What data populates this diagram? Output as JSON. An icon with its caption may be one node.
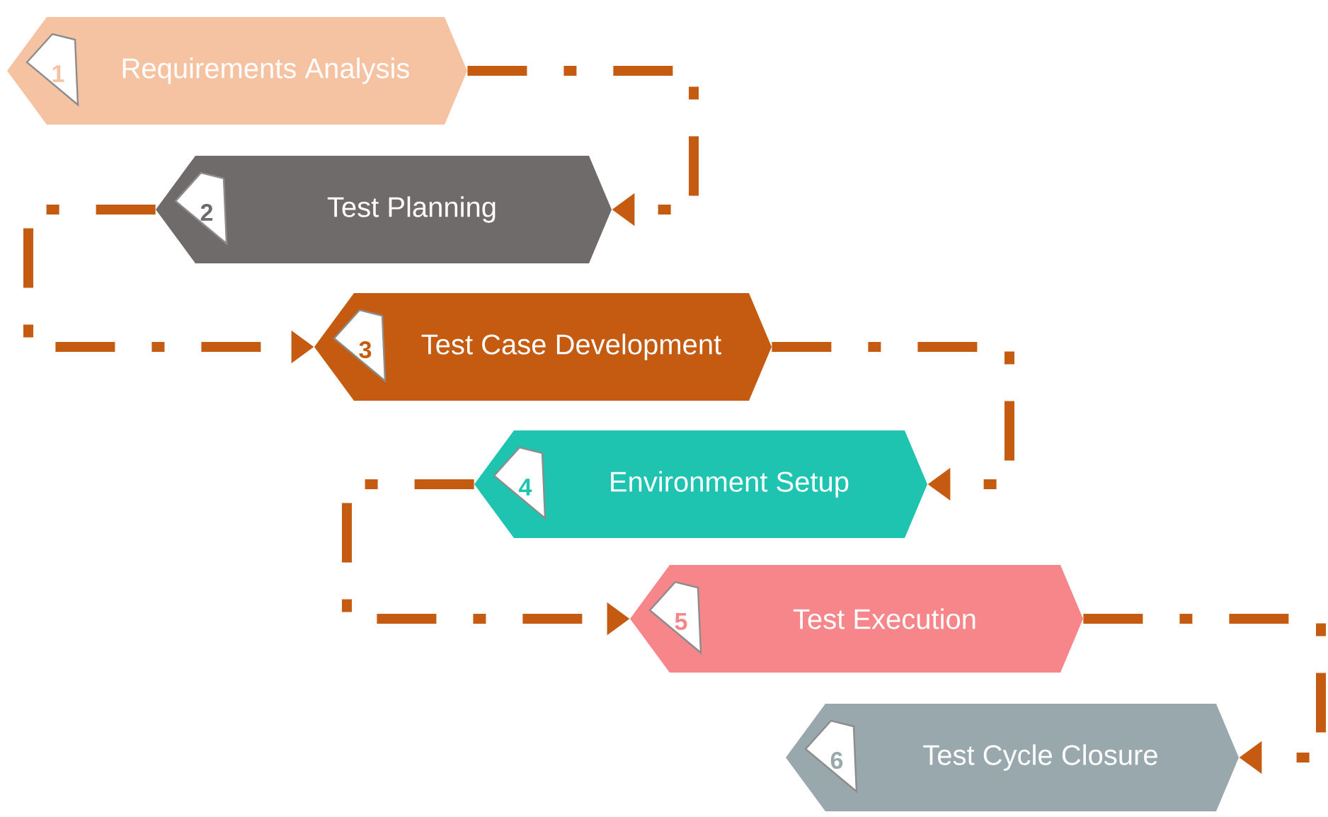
{
  "diagram": {
    "nodes": [
      {
        "text": [
          "1",
          "Requirements Analysis"
        ]
      },
      {
        "text": [
          "2",
          "Test Planning"
        ]
      },
      {
        "text": [
          "3",
          "Test Case Development"
        ]
      },
      {
        "text": [
          "4",
          "Environment Setup"
        ]
      },
      {
        "text": [
          "5",
          "Test Execution"
        ]
      },
      {
        "text": [
          "6",
          "Test Cycle Closure"
        ]
      }
    ],
    "edges": [
      {
        "from": 0,
        "to": 1,
        "arrow": "to",
        "style": "dashed"
      },
      {
        "from": 1,
        "to": 2,
        "arrow": "to",
        "style": "dashed"
      },
      {
        "from": 2,
        "to": 3,
        "arrow": "to",
        "style": "dashed"
      },
      {
        "from": 3,
        "to": 4,
        "arrow": "to",
        "style": "dashed"
      },
      {
        "from": 4,
        "to": 5,
        "arrow": "to",
        "style": "dashed"
      }
    ]
  }
}
